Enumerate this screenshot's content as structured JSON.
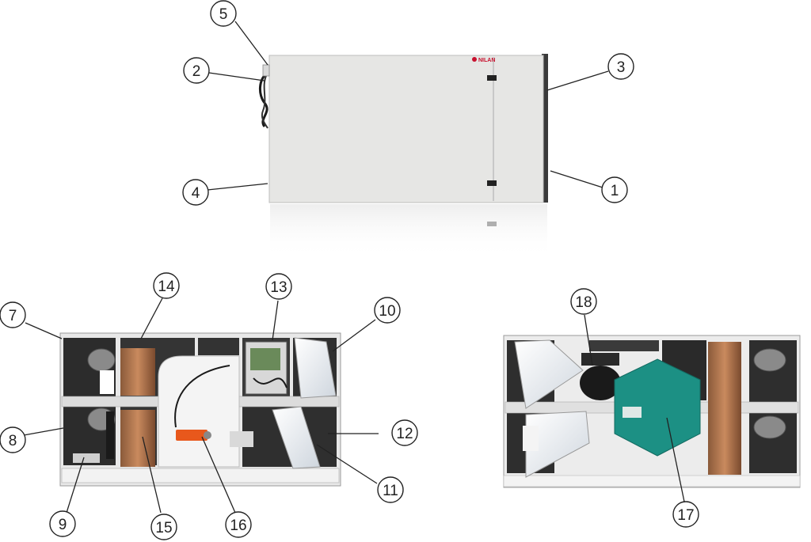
{
  "brand": {
    "logo_text": "NILAN",
    "logo_color": "#c8102e"
  },
  "colors": {
    "panel": "#e6e6e4",
    "frame": "#2a2a2a",
    "heat_exchanger": "#1c9084",
    "actuator": "#e8581c"
  },
  "callouts": [
    {
      "id": "c1",
      "label": "1"
    },
    {
      "id": "c2",
      "label": "2"
    },
    {
      "id": "c3",
      "label": "3"
    },
    {
      "id": "c4",
      "label": "4"
    },
    {
      "id": "c5",
      "label": "5"
    },
    {
      "id": "c7",
      "label": "7"
    },
    {
      "id": "c8",
      "label": "8"
    },
    {
      "id": "c9",
      "label": "9"
    },
    {
      "id": "c10",
      "label": "10"
    },
    {
      "id": "c11",
      "label": "11"
    },
    {
      "id": "c12",
      "label": "12"
    },
    {
      "id": "c13",
      "label": "13"
    },
    {
      "id": "c14",
      "label": "14"
    },
    {
      "id": "c15",
      "label": "15"
    },
    {
      "id": "c16",
      "label": "16"
    },
    {
      "id": "c17",
      "label": "17"
    },
    {
      "id": "c18",
      "label": "18"
    }
  ]
}
